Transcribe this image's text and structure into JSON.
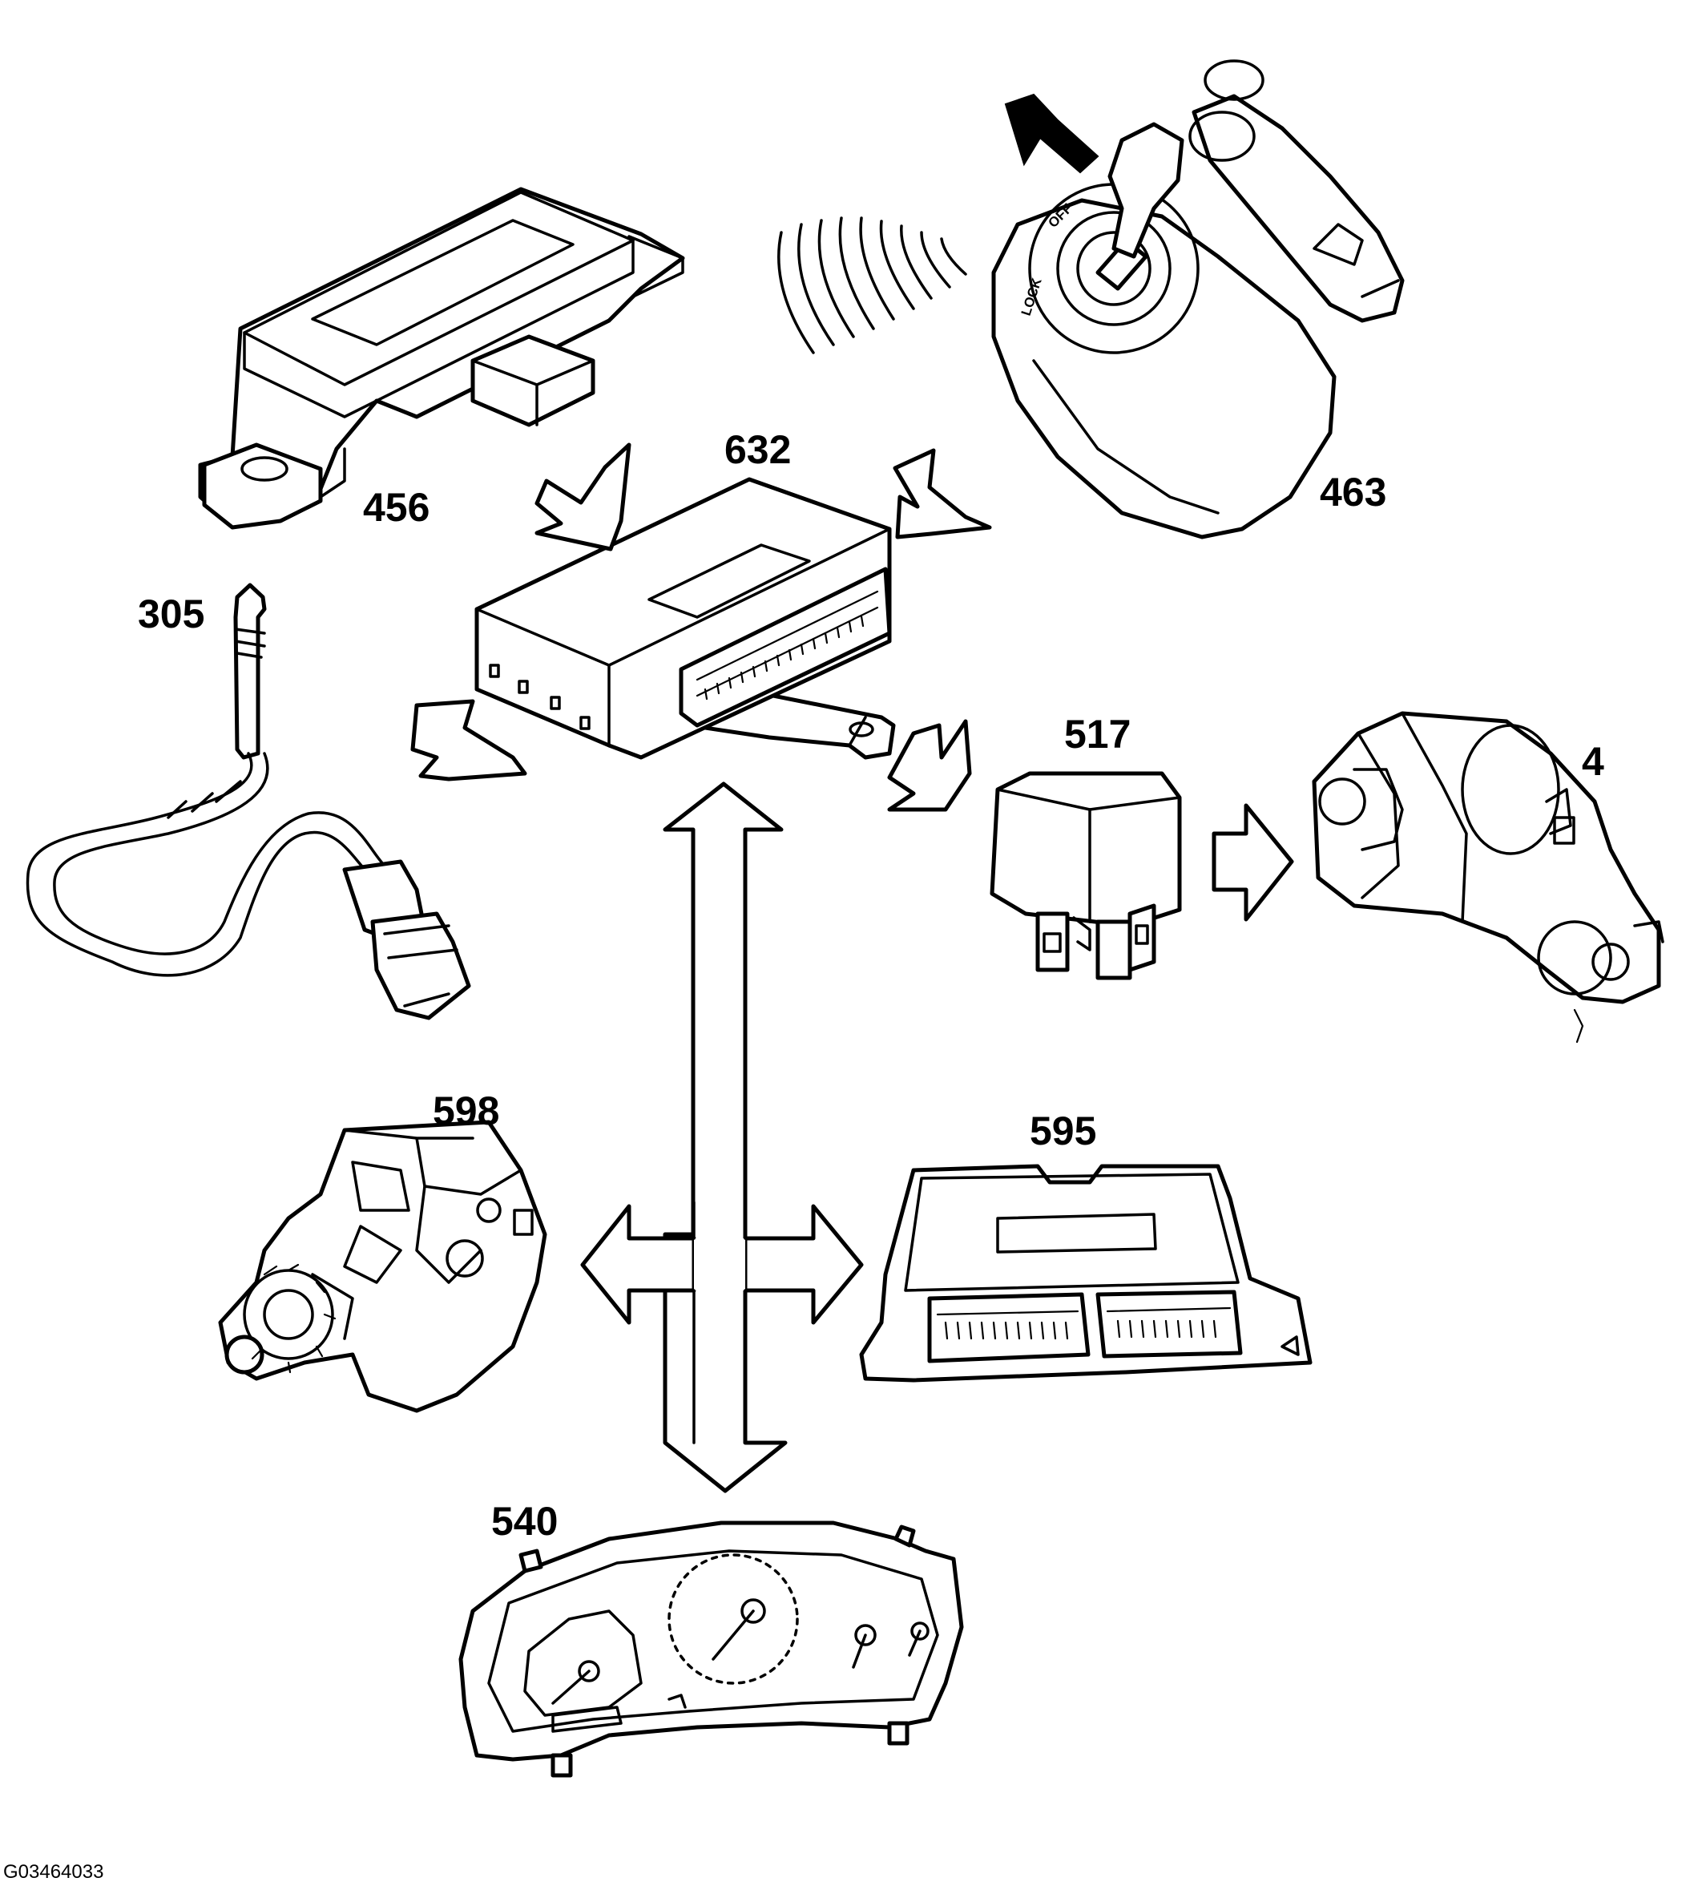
{
  "figure_id": "G03464033",
  "components": [
    {
      "id": "456",
      "icon": "receiver-module-icon"
    },
    {
      "id": "632",
      "icon": "control-module-icon"
    },
    {
      "id": "463",
      "icon": "ignition-switch-key-icon"
    },
    {
      "id": "305",
      "icon": "sensor-harness-icon"
    },
    {
      "id": "517",
      "icon": "relay-icon"
    },
    {
      "id": "4",
      "icon": "starter-motor-icon"
    },
    {
      "id": "598",
      "icon": "injection-pump-icon"
    },
    {
      "id": "595",
      "icon": "engine-control-module-icon"
    },
    {
      "id": "540",
      "icon": "instrument-cluster-icon"
    }
  ],
  "ignition_switch_markings": {
    "lock": "LOCK",
    "off": "OFF"
  }
}
